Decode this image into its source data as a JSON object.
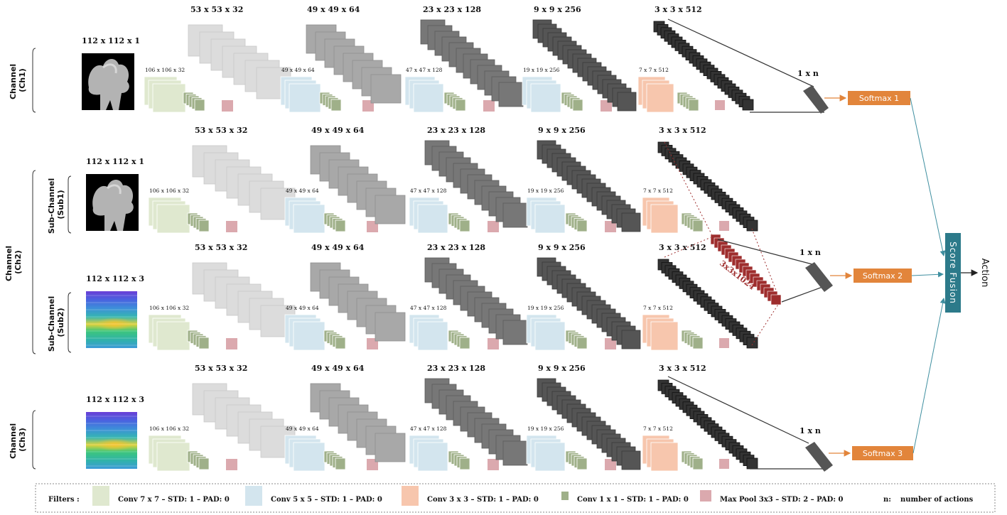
{
  "colors": {
    "conv7": "#dfe8cf",
    "conv5": "#d3e5ee",
    "conv3": "#f7c6ad",
    "conv1": "#9fb089",
    "pool": "#dba9ae",
    "softmax": "#e2853b",
    "fusion": "#2c7a8a",
    "fusion_arrow": "#3f8fa0",
    "merged": "#9e2d2d"
  },
  "rows": [
    {
      "input_label": "112 x 112 x 1",
      "input_kind": "depth",
      "labels": {
        "c1": "106 x 106 x 32",
        "b1": "53 x 53 x 32",
        "c2": "49 x 49 x 64",
        "b2": "49 x 49 x 64",
        "c3": "47 x 47 x 128",
        "b3": "23 x 23 x 128",
        "c4": "19 x 19 x 256",
        "b4": "9 x 9 x 256",
        "c5": "7 x 7 x 512",
        "b5": "3 x 3 x 512"
      }
    },
    {
      "input_label": "112 x 112 x 1",
      "input_kind": "depth",
      "labels": {
        "c1": "106 x 106 x 32",
        "b1": "53 x 53 x 32",
        "c2": "49 x 49 x 64",
        "b2": "49 x 49 x 64",
        "c3": "47 x 47 x 128",
        "b3": "23 x 23 x 128",
        "c4": "19 x 19 x 256",
        "b4": "9 x 9 x 256",
        "c5": "7 x 7 x 512",
        "b5": "3 x 3 x 512"
      }
    },
    {
      "input_label": "112 x 112 x 3",
      "input_kind": "heatmap",
      "labels": {
        "c1": "106 x 106 x 32",
        "b1": "53 x 53 x 32",
        "c2": "49 x 49 x 64",
        "b2": "49 x 49 x 64",
        "c3": "47 x 47 x 128",
        "b3": "23 x 23 x 128",
        "c4": "19 x 19 x 256",
        "b4": "9 x 9 x 256",
        "c5": "7 x 7 x 512",
        "b5": "3 x 3 x 512"
      }
    },
    {
      "input_label": "112 x 112 x 3",
      "input_kind": "heatmap",
      "labels": {
        "c1": "106 x 106 x 32",
        "b1": "53 x 53 x 32",
        "c2": "49 x 49 x 64",
        "b2": "49 x 49 x 64",
        "c3": "47 x 47 x 128",
        "b3": "23 x 23 x 128",
        "c4": "19 x 19 x 256",
        "b4": "9 x 9 x 256",
        "c5": "7 x 7 x 512",
        "b5": "3 x 3 x 512"
      }
    }
  ],
  "groups": {
    "ch1": [
      "Channel",
      "(Ch1)"
    ],
    "ch2": [
      "Channel",
      "(Ch2)"
    ],
    "ch3": [
      "Channel",
      "(Ch3)"
    ],
    "sub1": [
      "Sub-Channel",
      "(Sub1)"
    ],
    "sub2": [
      "Sub-Channel",
      "(Sub2)"
    ]
  },
  "fc_label": "1 x n",
  "merged_label": "3x3x1024",
  "softmax": [
    "Softmax 1",
    "Softmax 2",
    "Softmax 3"
  ],
  "fusion": "Score Fusion",
  "action": "Action",
  "legend": {
    "title": "Filters :",
    "items": [
      {
        "key": "conv7",
        "label": "Conv 7 x 7 – STD: 1 – PAD: 0"
      },
      {
        "key": "conv5",
        "label": "Conv 5 x 5 – STD: 1 – PAD: 0"
      },
      {
        "key": "conv3",
        "label": "Conv 3 x 3 – STD: 1 – PAD: 0"
      },
      {
        "key": "conv1",
        "label": "Conv 1 x 1 – STD: 1 – PAD: 0"
      },
      {
        "key": "pool",
        "label": "Max Pool 3x3 – STD: 2 – PAD: 0"
      }
    ],
    "note_key": "n:",
    "note_text": "number of actions"
  }
}
